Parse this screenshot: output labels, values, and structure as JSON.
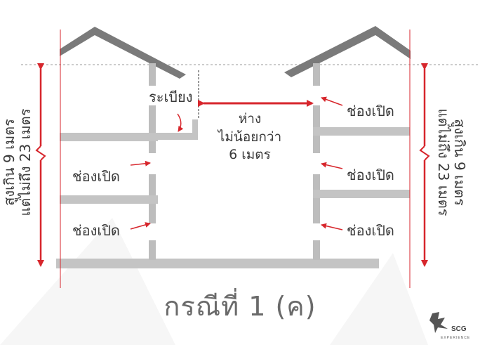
{
  "labels": {
    "fence": "ระเบียง",
    "distance_line1": "ห่าง",
    "distance_line2": "ไม่น้อยกว่า",
    "distance_line3": "6 เมตร",
    "opening": "ช่องเปิด",
    "height_line1": "สูงเกิน 9 เมตร",
    "height_line2": "แต่ไม่ถึง 23 เมตร"
  },
  "caption": "กรณีที่ 1 (ค)",
  "logo": {
    "brand": "SCG",
    "sub": "EXPERIENCE"
  },
  "colors": {
    "building": "#7a7a7a",
    "floor": "#c4c4c4",
    "arrow": "#d7262c",
    "guide": "#d7262c",
    "text": "#3a3a3a"
  }
}
